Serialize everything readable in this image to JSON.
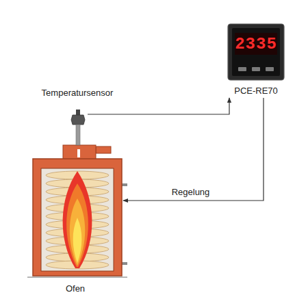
{
  "diagram": {
    "nodes": [
      {
        "text": [
          "Temperatursensor"
        ]
      },
      {
        "text": [
          "2335",
          "PCE-RE70"
        ]
      },
      {
        "text": [
          "Ofen"
        ]
      }
    ],
    "edges": [
      {
        "from": 0,
        "to": 1,
        "arrow": "to"
      },
      {
        "from": 1,
        "to": 2,
        "label": "Regelung",
        "arrow": "to"
      }
    ]
  }
}
